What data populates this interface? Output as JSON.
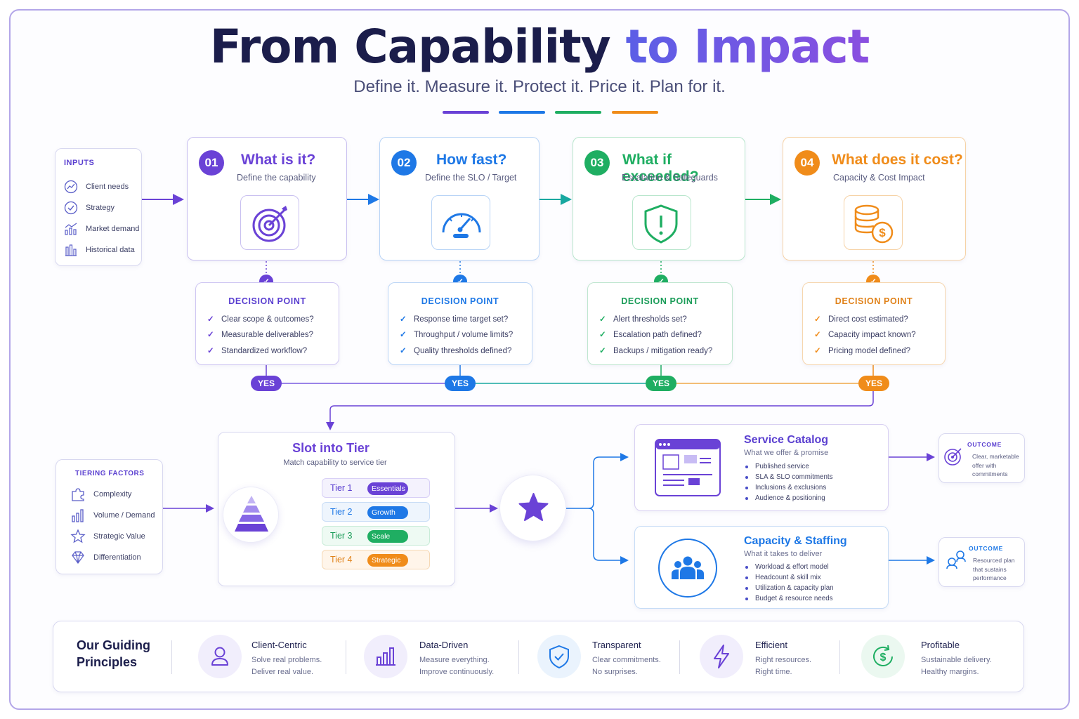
{
  "header": {
    "title_part1": "From Capability ",
    "title_part2": "to Impact",
    "subtitle": "Define it. Measure it. Protect it. Price it. Plan for it."
  },
  "colors": {
    "purple": "#6a42d6",
    "blue": "#1e78e6",
    "green": "#1fae62",
    "orange": "#f08c1a",
    "navy": "#1b1d4b"
  },
  "inputs": {
    "title": "INPUTS",
    "items": [
      {
        "label": "Client needs",
        "icon": "trend-circle-icon"
      },
      {
        "label": "Strategy",
        "icon": "check-circle-icon"
      },
      {
        "label": "Market demand",
        "icon": "chart-trend-icon"
      },
      {
        "label": "Historical data",
        "icon": "bar-chart-icon"
      }
    ]
  },
  "steps": [
    {
      "num": "01",
      "title": "What is it?",
      "subtitle": "Define the capability",
      "icon": "target-icon"
    },
    {
      "num": "02",
      "title": "How fast?",
      "subtitle": "Define the SLO / Target",
      "icon": "speedometer-icon"
    },
    {
      "num": "03",
      "title": "What if exceeded?",
      "subtitle": "Escalation & Safeguards",
      "icon": "shield-alert-icon"
    },
    {
      "num": "04",
      "title": "What does it cost?",
      "subtitle": "Capacity & Cost Impact",
      "icon": "coins-dollar-icon"
    }
  ],
  "decisions": [
    {
      "title": "DECISION POINT",
      "items": [
        "Clear scope & outcomes?",
        "Measurable deliverables?",
        "Standardized workflow?"
      ],
      "yes": "YES"
    },
    {
      "title": "DECISION POINT",
      "items": [
        "Response time target set?",
        "Throughput / volume limits?",
        "Quality thresholds defined?"
      ],
      "yes": "YES"
    },
    {
      "title": "DECISION POINT",
      "items": [
        "Alert thresholds set?",
        "Escalation path defined?",
        "Backups / mitigation ready?"
      ],
      "yes": "YES"
    },
    {
      "title": "DECISION POINT",
      "items": [
        "Direct cost estimated?",
        "Capacity impact known?",
        "Pricing model defined?"
      ],
      "yes": "YES"
    }
  ],
  "tiering": {
    "title": "TIERING FACTORS",
    "items": [
      {
        "label": "Complexity",
        "icon": "puzzle-icon"
      },
      {
        "label": "Volume / Demand",
        "icon": "bar-chart-icon"
      },
      {
        "label": "Strategic Value",
        "icon": "star-outline-icon"
      },
      {
        "label": "Differentiation",
        "icon": "diamond-icon"
      }
    ]
  },
  "slot": {
    "title": "Slot into Tier",
    "subtitle": "Match capability to service tier",
    "tiers": [
      {
        "label": "Tier 1",
        "pill": "Essentials"
      },
      {
        "label": "Tier 2",
        "pill": "Growth"
      },
      {
        "label": "Tier 3",
        "pill": "Scale"
      },
      {
        "label": "Tier 4",
        "pill": "Strategic"
      }
    ]
  },
  "catalog": {
    "title": "Service Catalog",
    "subtitle": "What we offer & promise",
    "bullets": [
      "Published service",
      "SLA & SLO commitments",
      "Inclusions & exclusions",
      "Audience & positioning"
    ]
  },
  "staffing": {
    "title": "Capacity & Staffing",
    "subtitle": "What it takes to deliver",
    "bullets": [
      "Workload & effort model",
      "Headcount & skill mix",
      "Utilization & capacity plan",
      "Budget & resource needs"
    ]
  },
  "outcomes": [
    {
      "label": "OUTCOME",
      "lines": [
        "Clear, marketable",
        "offer with",
        "commitments"
      ]
    },
    {
      "label": "OUTCOME",
      "lines": [
        "Resourced plan",
        "that sustains",
        "performance"
      ]
    }
  ],
  "principles": {
    "heading_line1": "Our Guiding",
    "heading_line2": "Principles",
    "items": [
      {
        "title": "Client-Centric",
        "line1": "Solve real problems.",
        "line2": "Deliver real value.",
        "icon": "person-icon"
      },
      {
        "title": "Data-Driven",
        "line1": "Measure everything.",
        "line2": "Improve continuously.",
        "icon": "bar-chart-icon"
      },
      {
        "title": "Transparent",
        "line1": "Clear commitments.",
        "line2": "No surprises.",
        "icon": "shield-check-icon"
      },
      {
        "title": "Efficient",
        "line1": "Right resources.",
        "line2": "Right time.",
        "icon": "lightning-icon"
      },
      {
        "title": "Profitable",
        "line1": "Sustainable delivery.",
        "line2": "Healthy margins.",
        "icon": "dollar-cycle-icon"
      }
    ]
  }
}
